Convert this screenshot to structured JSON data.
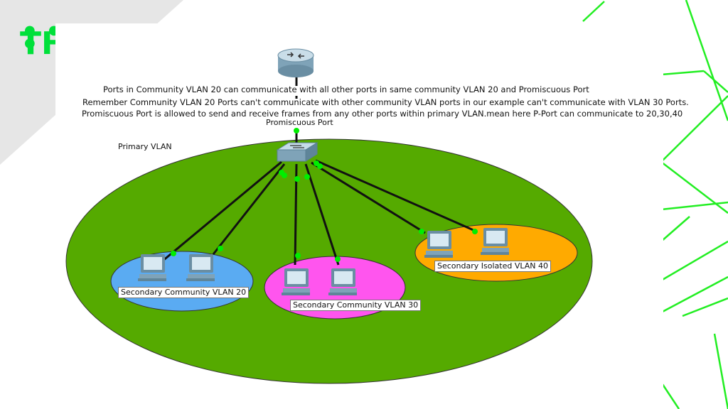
{
  "slide": {
    "title_fragment": "TH",
    "accent_color": "#00e03a"
  },
  "diagram": {
    "notes": [
      "Ports in Community VLAN 20 can communicate with all other ports in same community VLAN 20 and Promiscuous Port",
      "Remember Community VLAN 20 Ports can't communicate with other community VLAN ports in our example can't communicate with VLAN 30 Ports.",
      "Promiscuous Port is allowed to send and receive frames from any other ports within primary VLAN.mean here P-Port can communicate to 20,30,40"
    ],
    "promiscuous_label": "Promiscuous Port",
    "primary_label": "Primary VLAN",
    "groups": [
      {
        "label": "Secondary Community VLAN 20",
        "color": "#5aabf2"
      },
      {
        "label": "Secondary Community VLAN 30",
        "color": "#ff55ee"
      },
      {
        "label": "Secondary Isolated VLAN 40",
        "color": "#ffaa00"
      }
    ],
    "primary_color": "#55aa00",
    "link_color": "#111111",
    "port_color": "#00ee00"
  }
}
